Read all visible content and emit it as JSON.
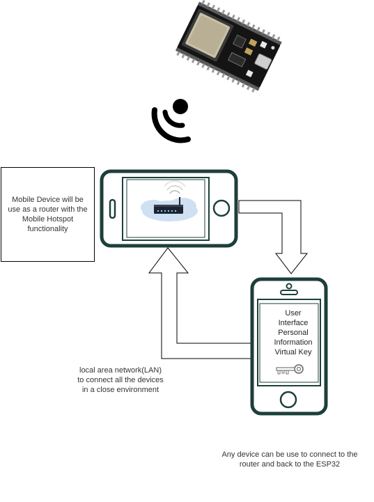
{
  "router_note": {
    "line1": "Mobile Device will be",
    "line2": "use as a router with the",
    "line3": "Mobile Hotspot",
    "line4": "functionality"
  },
  "user_interface": {
    "line1": "User",
    "line2": "Interface",
    "line3": "Personal",
    "line4": "Information",
    "line5": "Virtual Key"
  },
  "lan_note": {
    "line1": "local area network(LAN)",
    "line2": "to connect all the devices",
    "line3": "in a close environment"
  },
  "bottom_note": {
    "line1": "Any device can be use to connect to the",
    "line2": "router and back to the ESP32"
  },
  "icons": {
    "esp32": "esp32-board-icon",
    "wireless": "wireless-signal-icon",
    "router": "wifi-router-icon",
    "key": "key-icon"
  },
  "colors": {
    "phone_frame": "#1d3f3a",
    "outline": "#000000",
    "cloud": "#cfe0f3"
  }
}
